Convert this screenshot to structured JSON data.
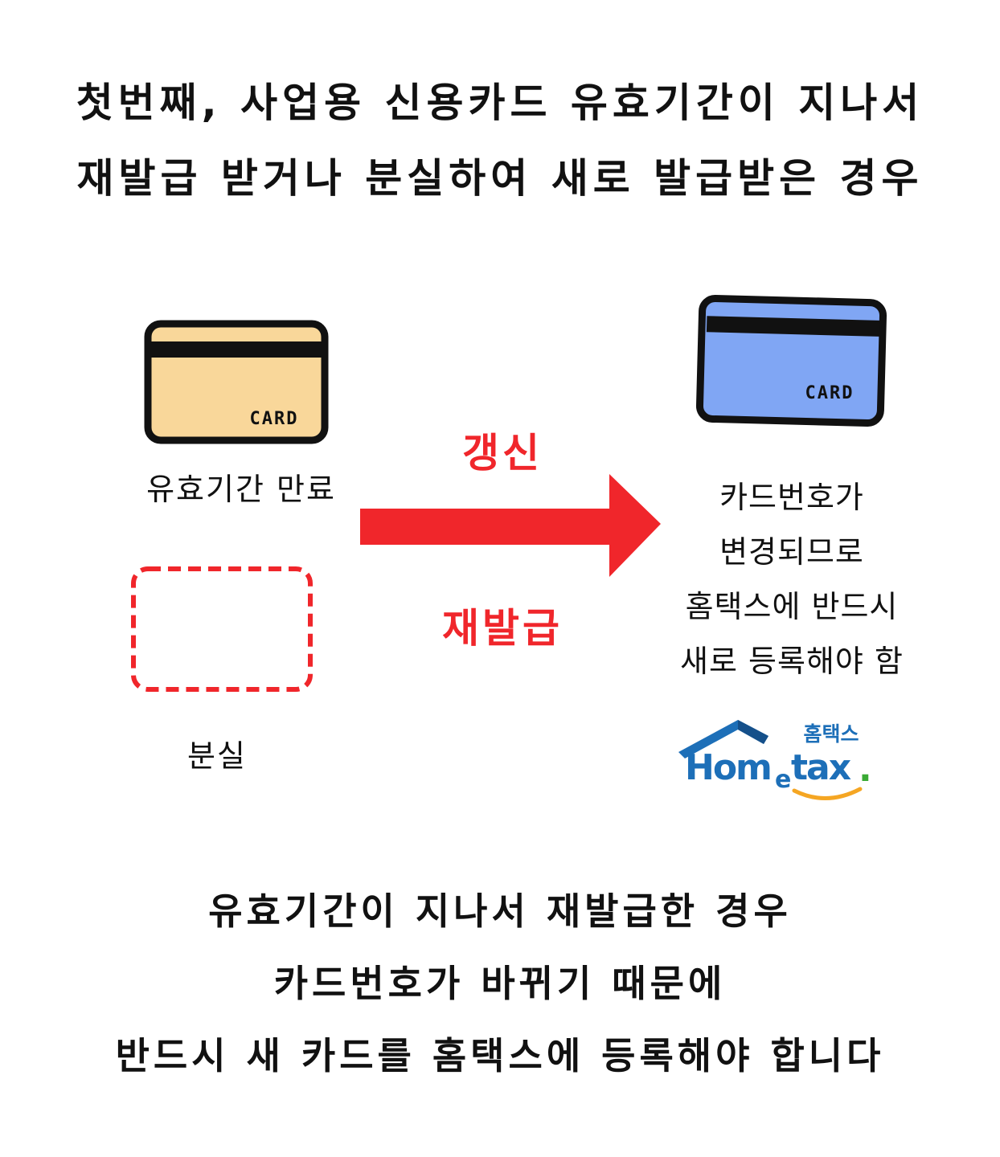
{
  "title": {
    "line1": "첫번째, 사업용 신용카드 유효기간이 지나서",
    "line2": "재발급 받거나 분실하여 새로 발급받은 경우"
  },
  "left": {
    "expired_card_text": "CARD",
    "expired_label": "유효기간 만료",
    "lost_label": "분실"
  },
  "arrow": {
    "top_label": "갱신",
    "bottom_label": "재발급"
  },
  "right": {
    "new_card_text": "CARD",
    "lines": [
      "카드번호가",
      "변경되므로",
      "홈택스에 반드시",
      "새로 등록해야 함"
    ],
    "logo": {
      "korean": "홈택스",
      "text_prefix": "Hom",
      "text_e": "e",
      "text_suffix": "tax",
      "text_dot": "."
    }
  },
  "bottom": {
    "line1": "유효기간이 지나서 재발급한 경우",
    "line2": "카드번호가 바뀌기 때문에",
    "line3": "반드시 새 카드를 홈택스에 등록해야 합니다"
  },
  "colors": {
    "old_card": "#f9d79a",
    "new_card": "#80a6f4",
    "accent_red": "#f0262b",
    "logo_blue": "#1d6fb8",
    "logo_orange": "#f5a623",
    "logo_green": "#3aaa35"
  }
}
